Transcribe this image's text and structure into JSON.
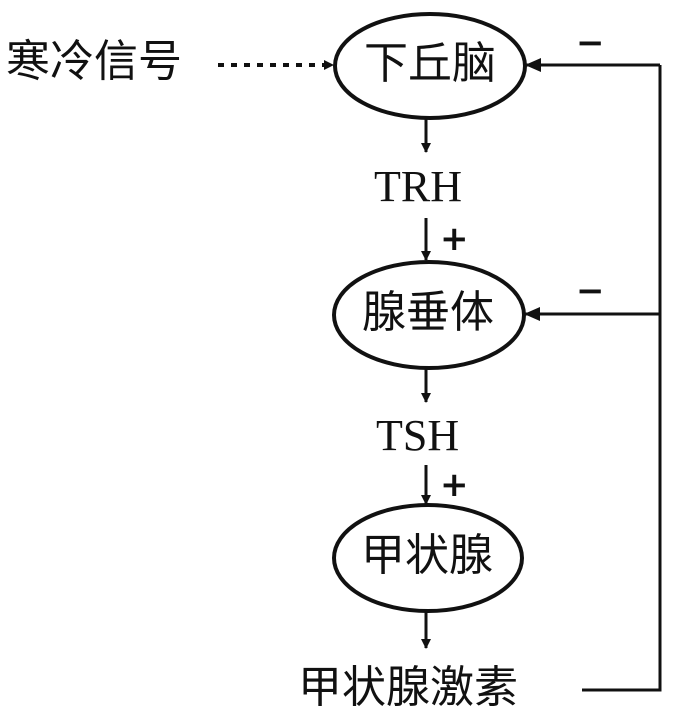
{
  "signal": "寒冷信号",
  "nodes": {
    "hypothalamus": "下丘脑",
    "pituitary": "腺垂体",
    "thyroid": "甲状腺"
  },
  "hormones": {
    "trh": "TRH",
    "tsh": "TSH",
    "thyroxine": "甲状腺激素"
  },
  "signs": {
    "plus1": "+",
    "plus2": "+",
    "minus1": "−",
    "minus2": "−"
  }
}
